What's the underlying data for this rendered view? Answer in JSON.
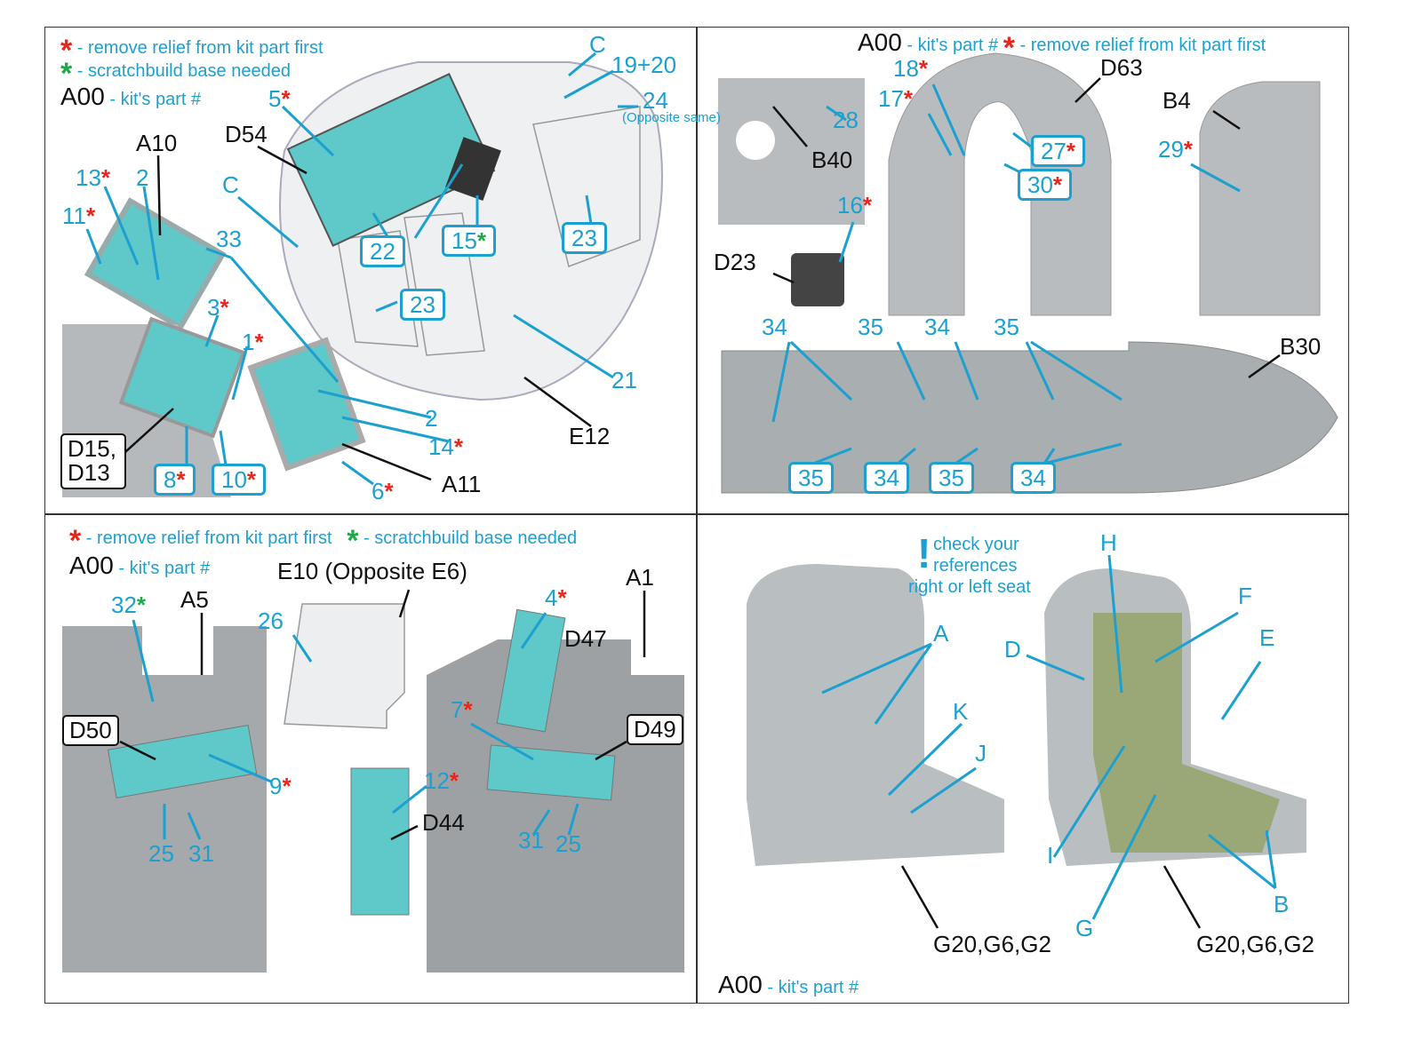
{
  "legend": {
    "red_star_text": "- remove relief from kit part first",
    "green_star_text": "- scratchbuild base needed",
    "kit_part_code": "A00",
    "kit_part_text": "- kit's part #",
    "star_glyph": "*",
    "colors": {
      "red": "#e8261c",
      "green": "#1fa84a",
      "blue": "#1ca0d0",
      "black": "#111111"
    }
  },
  "panel_top_left": {
    "labels": {
      "p5": "5",
      "c1": "C",
      "p19_20": "19+20",
      "p24": "24",
      "p24_note": "(Opposite same)",
      "d54": "D54",
      "a10": "A10",
      "p13": "13",
      "p2a": "2",
      "p11": "11",
      "c2": "C",
      "p33": "33",
      "p22": "22",
      "p15": "15",
      "p23a": "23",
      "p23b": "23",
      "p3": "3",
      "p1": "1",
      "p21": "21",
      "p2b": "2",
      "p14": "14",
      "e12": "E12",
      "d15_d13": "D15, D13",
      "p8": "8",
      "p10": "10",
      "p6": "6",
      "a11": "A11"
    }
  },
  "panel_top_right": {
    "labels": {
      "p18": "18",
      "p17": "17",
      "d63": "D63",
      "p28": "28",
      "b40": "B40",
      "b4": "B4",
      "p27": "27",
      "p29": "29",
      "p30": "30",
      "p16": "16",
      "d23": "D23",
      "p34a": "34",
      "p35a": "35",
      "p34b": "34",
      "p35b": "35",
      "b30": "B30",
      "bx35a": "35",
      "bx34a": "34",
      "bx35b": "35",
      "bx34b": "34"
    }
  },
  "panel_bottom_left": {
    "labels": {
      "e10": "E10 (Opposite E6)",
      "a1": "A1",
      "p32": "32",
      "a5": "A5",
      "p26": "26",
      "p4": "4",
      "d47": "D47",
      "d50": "D50",
      "p7": "7",
      "d49": "D49",
      "p9": "9",
      "p12": "12",
      "d44": "D44",
      "p25a": "25",
      "p31a": "31",
      "p31b": "31",
      "p25b": "25"
    }
  },
  "panel_bottom_right": {
    "note_mark": "!",
    "note": [
      "check your",
      "references",
      "right or left seat"
    ],
    "labels": {
      "h": "H",
      "f": "F",
      "d": "D",
      "e": "E",
      "a": "A",
      "k": "K",
      "j": "J",
      "i": "I",
      "g": "G",
      "b": "B",
      "g_left": "G20,G6,G2",
      "g_right": "G20,G6,G2"
    }
  }
}
